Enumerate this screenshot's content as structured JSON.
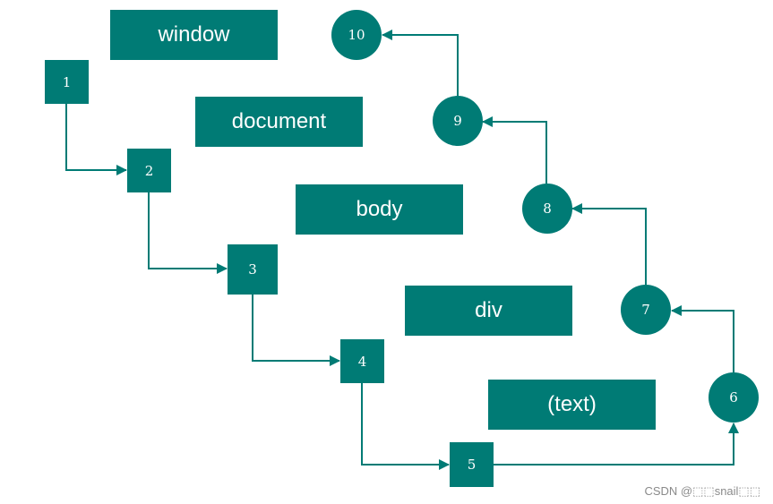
{
  "colors": {
    "fill": "#007b75",
    "text": "#ffffff",
    "line": "#007b75",
    "watermark": "#8a8a8a"
  },
  "layers": {
    "window": "window",
    "document": "document",
    "body": "body",
    "div": "div",
    "text": "(text)"
  },
  "capture_steps": [
    "1",
    "2",
    "3",
    "4",
    "5"
  ],
  "bubble_steps": [
    "6",
    "7",
    "8",
    "9",
    "10"
  ],
  "watermark": "CSDN @⬚⬚snail⬚⬚"
}
